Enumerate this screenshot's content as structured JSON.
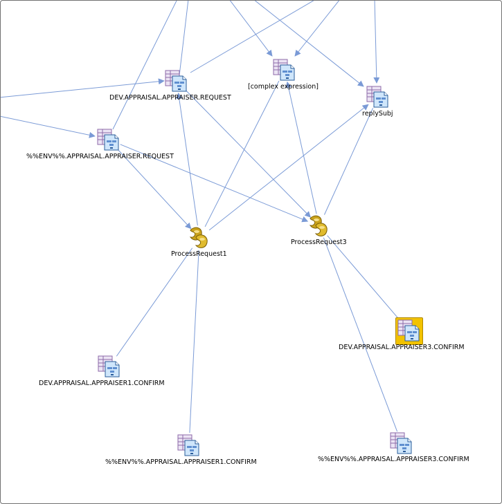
{
  "nodes": {
    "dev_req": {
      "label": "DEV.APPRAISAL.APPRAISER.REQUEST",
      "icon": "destination-icon"
    },
    "env_req": {
      "label": "%%ENV%%.APPRAISAL.APPRAISER.REQUEST",
      "icon": "destination-icon"
    },
    "complex": {
      "label": "[complex expression]",
      "icon": "destination-icon"
    },
    "replysubj": {
      "label": "replySubj",
      "icon": "destination-icon"
    },
    "pr1": {
      "label": "ProcessRequest1",
      "icon": "process-icon"
    },
    "pr3": {
      "label": "ProcessRequest3",
      "icon": "process-icon"
    },
    "dev3conf": {
      "label": "DEV.APPRAISAL.APPRAISER3.CONFIRM",
      "icon": "destination-icon",
      "selected": true
    },
    "dev1conf": {
      "label": "DEV.APPRAISAL.APPRAISER1.CONFIRM",
      "icon": "destination-icon"
    },
    "env1conf": {
      "label": "%%ENV%%.APPRAISAL.APPRAISER1.CONFIRM",
      "icon": "destination-icon"
    },
    "env3conf": {
      "label": "%%ENV%%.APPRAISAL.APPRAISER3.CONFIRM",
      "icon": "destination-icon"
    }
  },
  "edges": [
    {
      "from": "pr1",
      "to": "dev_req",
      "arrow": "end"
    },
    {
      "from": "pr1",
      "to": "complex",
      "arrow": "none"
    },
    {
      "from": "pr1",
      "to": "replysubj",
      "arrow": "end"
    },
    {
      "from": "pr3",
      "to": "complex",
      "arrow": "end"
    },
    {
      "from": "pr3",
      "to": "replysubj",
      "arrow": "none"
    },
    {
      "from": "dev_req",
      "to": "pr3",
      "arrow": "end"
    },
    {
      "from": "env_req",
      "to": "pr1",
      "arrow": "end"
    },
    {
      "from": "env_req",
      "to": "pr3",
      "arrow": "end"
    },
    {
      "from": "dev1conf",
      "to": "pr1",
      "arrow": "none"
    },
    {
      "from": "env1conf",
      "to": "pr1",
      "arrow": "none"
    },
    {
      "from": "dev3conf",
      "to": "pr3",
      "arrow": "none"
    },
    {
      "from": "env3conf",
      "to": "pr3",
      "arrow": "none"
    }
  ],
  "colors": {
    "edge": "#7a9ad6",
    "selection": "#f2c200"
  }
}
